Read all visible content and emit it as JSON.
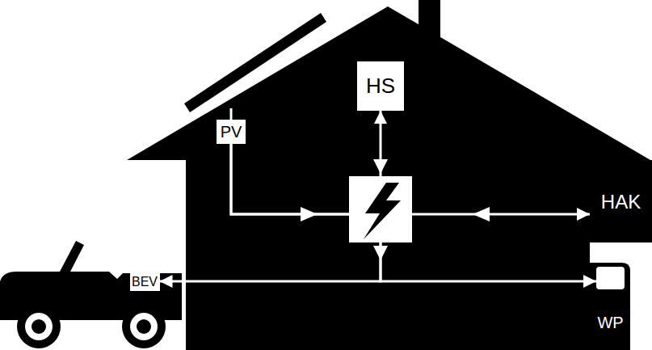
{
  "diagram": {
    "nodes": [
      {
        "text": [
          "HS"
        ]
      },
      {
        "text": [
          "PV"
        ]
      },
      {
        "text": [
          "HAK"
        ]
      },
      {
        "text": [
          "BEV"
        ]
      },
      {
        "text": [
          "WP"
        ]
      }
    ],
    "edges": [
      {
        "from": 1,
        "to": 3,
        "arrow": "to"
      },
      {
        "from": 1,
        "to": 4,
        "arrow": "to"
      },
      {
        "from": 0,
        "to": 2,
        "arrow": "both"
      }
    ]
  }
}
